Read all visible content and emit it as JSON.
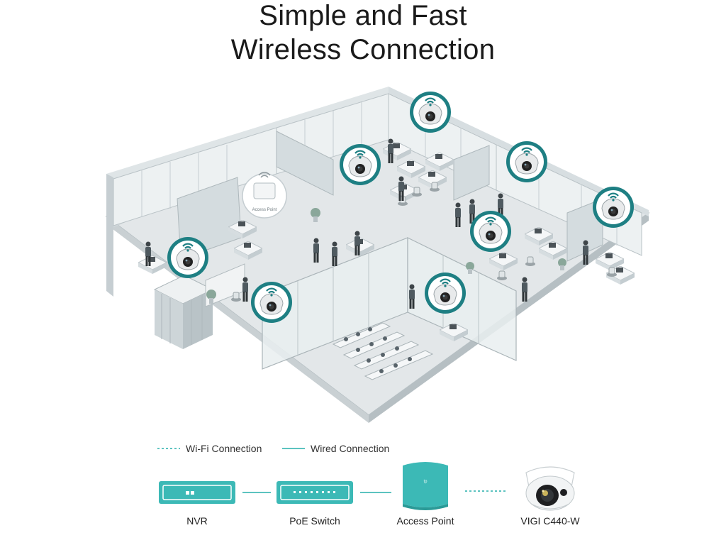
{
  "title": {
    "line1": "Simple and Fast",
    "line2": "Wireless Connection"
  },
  "scene_labels": {
    "access_point_tag": "Access Point"
  },
  "legend": {
    "wifi": "Wi-Fi Connection",
    "wired": "Wired Connection"
  },
  "devices": [
    {
      "id": "nvr",
      "label": "NVR"
    },
    {
      "id": "poe-switch",
      "label": "PoE Switch"
    },
    {
      "id": "access-point",
      "label": "Access Point"
    },
    {
      "id": "camera",
      "label": "VIGI C440-W"
    }
  ],
  "colors": {
    "teal": "#1e8b8f",
    "device_teal": "#3cb9b6",
    "floor": "#e4e8ea",
    "wall": "#c9d1d5",
    "line": "#5cc3c0"
  },
  "icons": [
    "wifi-icon",
    "dome-camera-icon",
    "access-point-icon",
    "nvr-icon",
    "switch-icon"
  ]
}
